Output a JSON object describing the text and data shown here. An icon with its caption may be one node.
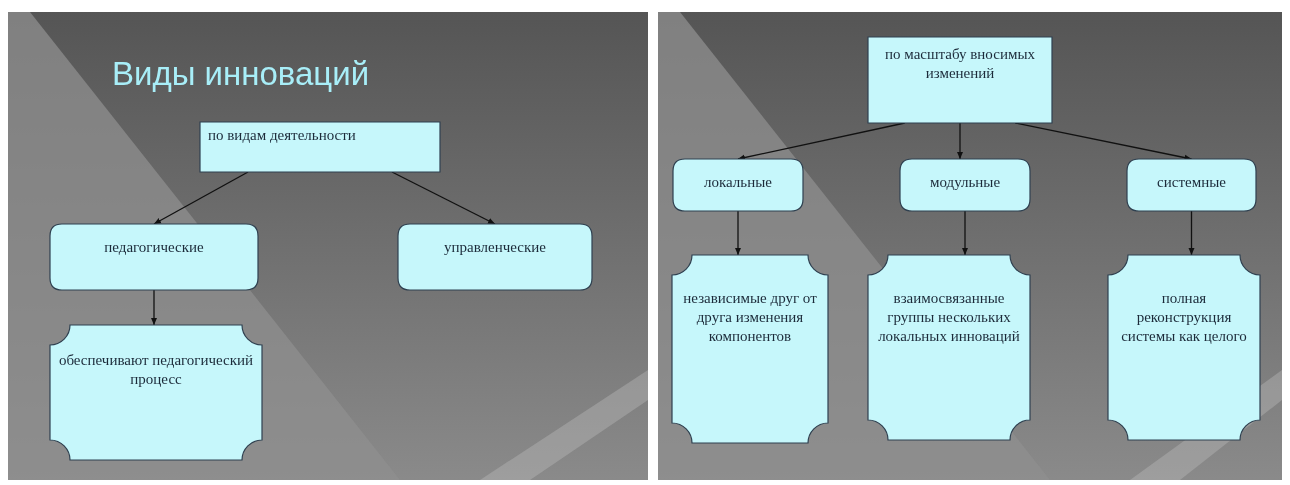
{
  "diagram": {
    "title": "Виды инноваций",
    "nodes": [
      {
        "text": [
          "по видам деятельности"
        ]
      },
      {
        "text": [
          "педагогические"
        ]
      },
      {
        "text": [
          "управленческие"
        ]
      },
      {
        "text": [
          "обеспечивают педагогический процесс"
        ]
      },
      {
        "text": [
          "по масштабу вносимых изменений"
        ]
      },
      {
        "text": [
          "локальные"
        ]
      },
      {
        "text": [
          "модульные"
        ]
      },
      {
        "text": [
          "системные"
        ]
      },
      {
        "text": [
          "независимые друг от друга изменения компонентов"
        ]
      },
      {
        "text": [
          "взаимосвязанные группы нескольких локальных инноваций"
        ]
      },
      {
        "text": [
          "полная реконструкция системы как целого"
        ]
      }
    ],
    "edges": [
      {
        "from": 0,
        "to": 1,
        "arrow": "to"
      },
      {
        "from": 0,
        "to": 2,
        "arrow": "to"
      },
      {
        "from": 1,
        "to": 3,
        "arrow": "to"
      },
      {
        "from": 4,
        "to": 5,
        "arrow": "to"
      },
      {
        "from": 4,
        "to": 6,
        "arrow": "to"
      },
      {
        "from": 4,
        "to": 7,
        "arrow": "to"
      },
      {
        "from": 5,
        "to": 8,
        "arrow": "to"
      },
      {
        "from": 6,
        "to": 9,
        "arrow": "to"
      },
      {
        "from": 7,
        "to": 10,
        "arrow": "to"
      }
    ]
  }
}
